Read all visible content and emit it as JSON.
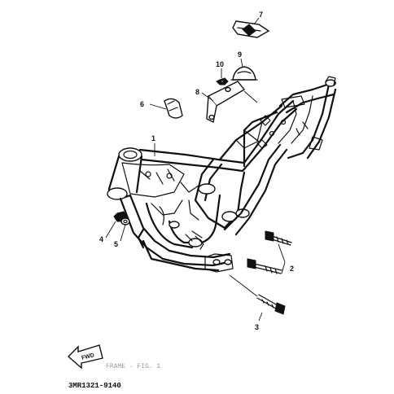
{
  "diagram": {
    "part_labels": [
      "1",
      "2",
      "3",
      "4",
      "5",
      "6",
      "7",
      "8",
      "9",
      "10"
    ],
    "front_arrow_text": "FWD",
    "faded_caption": "FRAME  ·  FIG. 1",
    "reference_code": "3MR1321-9140"
  }
}
